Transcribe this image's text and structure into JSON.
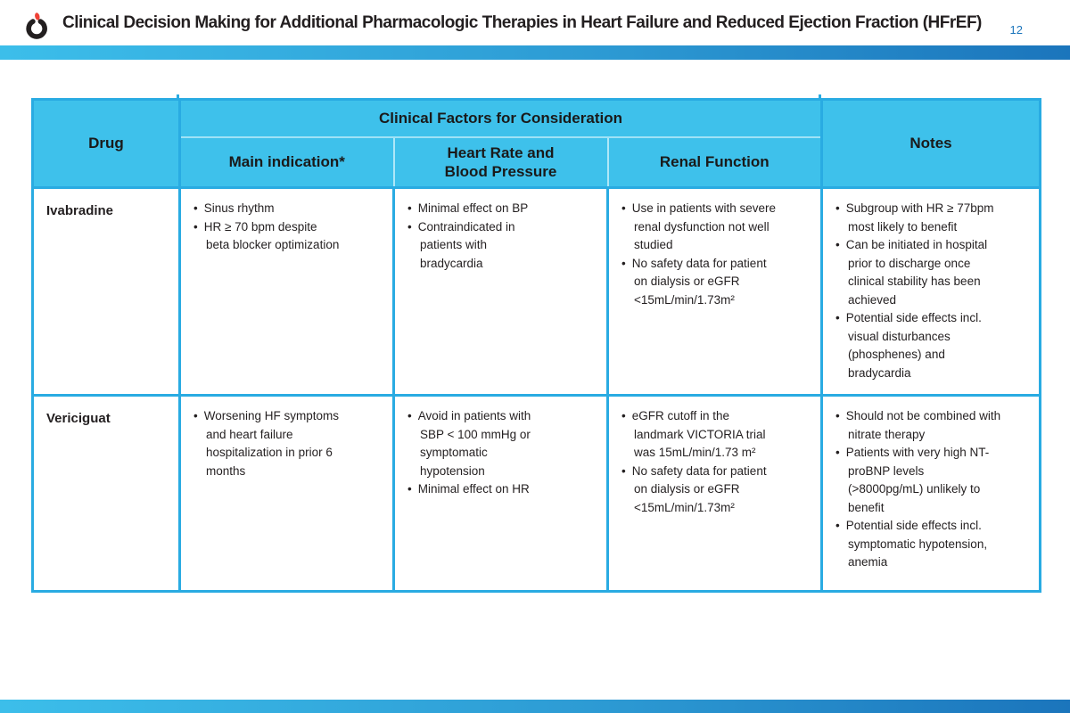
{
  "header": {
    "title": "Clinical Decision Making for Additional Pharmacologic Therapies in Heart Failure and Reduced Ejection Fraction (HFrEF)",
    "page_number": "12"
  },
  "colors": {
    "header_cell_fill": "#3EC1EB",
    "table_border": "#29ABE2",
    "bar_gradient_start": "#3CBEEA",
    "bar_gradient_end": "#1B75BC",
    "title_text": "#231F20",
    "page_number_text": "#1C75BC",
    "logo_red": "#EF4136",
    "logo_black": "#231F20"
  },
  "table": {
    "header": {
      "drug": "Drug",
      "group": "Clinical Factors for Consideration",
      "sub": [
        "Main indication*",
        "Heart Rate and\nBlood Pressure",
        "Renal Function"
      ],
      "notes": "Notes"
    },
    "rows": [
      {
        "drug": "Ivabradine",
        "main_indication": [
          "Sinus rhythm",
          "HR ≥ 70 bpm despite beta blocker optimization"
        ],
        "heart_rate_bp": [
          "Minimal effect on BP",
          "Contraindicated in patients with bradycardia"
        ],
        "renal_function": [
          "Use in patients with severe renal dysfunction not well studied",
          "No safety data for patient on dialysis or eGFR <15mL/min/1.73m²"
        ],
        "notes": [
          "Subgroup with HR ≥ 77bpm most likely to benefit",
          "Can be initiated in hospital prior to discharge once clinical stability has been achieved",
          "Potential side effects incl. visual disturbances (phosphenes) and bradycardia"
        ]
      },
      {
        "drug": "Vericiguat",
        "main_indication": [
          "Worsening HF symptoms and heart failure hospitalization in prior 6 months"
        ],
        "heart_rate_bp": [
          "Avoid in patients with SBP < 100 mmHg or symptomatic hypotension",
          "Minimal effect on HR"
        ],
        "renal_function": [
          "eGFR cutoff in the landmark VICTORIA trial was 15mL/min/1.73 m²",
          "No safety data for patient on dialysis or eGFR <15mL/min/1.73m²"
        ],
        "notes": [
          "Should not be combined with nitrate therapy",
          "Patients with very high NT-proBNP levels (>8000pg/mL) unlikely to benefit",
          "Potential side effects incl. symptomatic hypotension, anemia"
        ]
      }
    ]
  }
}
